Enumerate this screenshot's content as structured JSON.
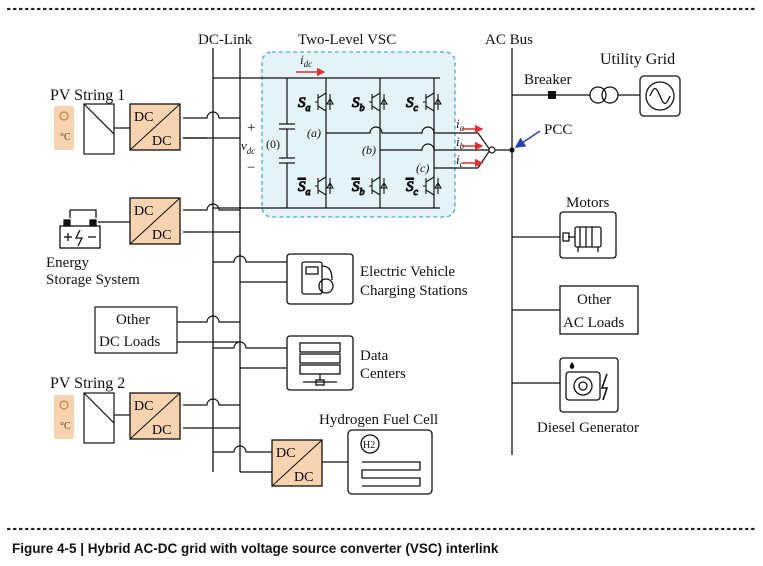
{
  "diagram": {
    "labels": {
      "dc_link": "DC-Link",
      "vsc_title": "Two-Level VSC",
      "idc_main": "i",
      "idc_sub": "dc",
      "ac_bus": "AC Bus",
      "utility_grid": "Utility Grid",
      "breaker": "Breaker",
      "pcc": "PCC",
      "pv1": "PV String 1",
      "pv2": "PV String 2",
      "ess_line1": "Energy",
      "ess_line2": "Storage System",
      "other_dc_1": "Other",
      "other_dc_2": "DC Loads",
      "ev_1": "Electric Vehicle",
      "ev_2": "Charging Stations",
      "dc_center_1": "Data",
      "dc_center_2": "Centers",
      "hfc": "Hydrogen Fuel Cell",
      "h2": "H2",
      "motors": "Motors",
      "other_ac_1": "Other",
      "other_ac_2": "AC Loads",
      "diesel": "Diesel Generator",
      "plus": "+",
      "minus": "−",
      "vdc_main": "v",
      "vdc_sub": "dc",
      "node_zero": "(0)",
      "node_a": "(a)",
      "node_b": "(b)",
      "node_c": "(c)",
      "ia": "i",
      "ia_sub": "a",
      "ib": "i",
      "ib_sub": "b",
      "ic": "i",
      "ic_sub": "c",
      "dcdc_top": "DC",
      "dcdc_bottom": "DC",
      "sw_Sa": "S",
      "sw_Sa_sub": "a",
      "sw_Sb": "S",
      "sw_Sb_sub": "b",
      "sw_Sc": "S",
      "sw_Sc_sub": "c",
      "sw_Sa_bar": "S",
      "sw_Sb_bar": "S",
      "sw_Sc_bar": "S"
    },
    "colors": {
      "line": "#111111",
      "converter_fill": "#f7d3b0",
      "vsc_fill": "#e4f3fa",
      "vsc_border": "#4aa7cf",
      "arrow_red": "#e03030",
      "pcc_arrow": "#2a3fb0"
    },
    "icons": [
      "pv-panel-icon",
      "sun-thermometer-icon",
      "battery-icon",
      "ev-charger-icon",
      "server-icon",
      "fuel-cell-icon",
      "motor-icon",
      "diesel-generator-icon",
      "sine-source-icon",
      "transformer-icon",
      "breaker-icon"
    ]
  },
  "caption": "Figure 4-5 | Hybrid AC-DC grid with voltage source converter (VSC) interlink"
}
